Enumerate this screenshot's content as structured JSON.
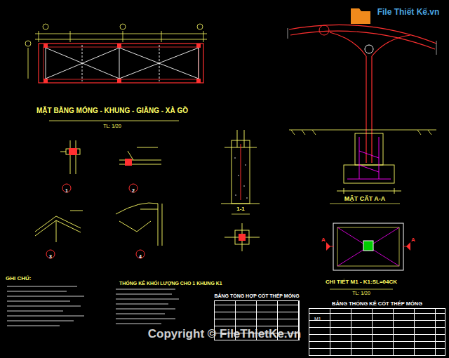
{
  "diagram": {
    "nodes": [
      {
        "text": [
          "File Thiết Kế.vn"
        ]
      },
      {
        "text": [
          "BẢNG TỔNG HỢP CỐT THÉP MÓNG"
        ]
      },
      {
        "text": [
          "BẢNG THỐNG KÊ CỐT THÉP MÓNG"
        ]
      }
    ],
    "labels": [
      "MẶT BẰNG MÓNG - KHUNG - GIẰNG - XÀ GỒ",
      "TL: 1/20",
      "1",
      "2",
      "3",
      "4",
      "1-1",
      "MẶT CẮT A-A",
      "A",
      "A",
      "CHI TIẾT M1 - K1:SL=04CK",
      "TL: 1/20",
      "GHI CHÚ:",
      "THỐNG KÊ KHỐI LƯỢNG CHO 1 KHUNG K1",
      "M1",
      "Copyright © FileThietKe.vn"
    ]
  }
}
